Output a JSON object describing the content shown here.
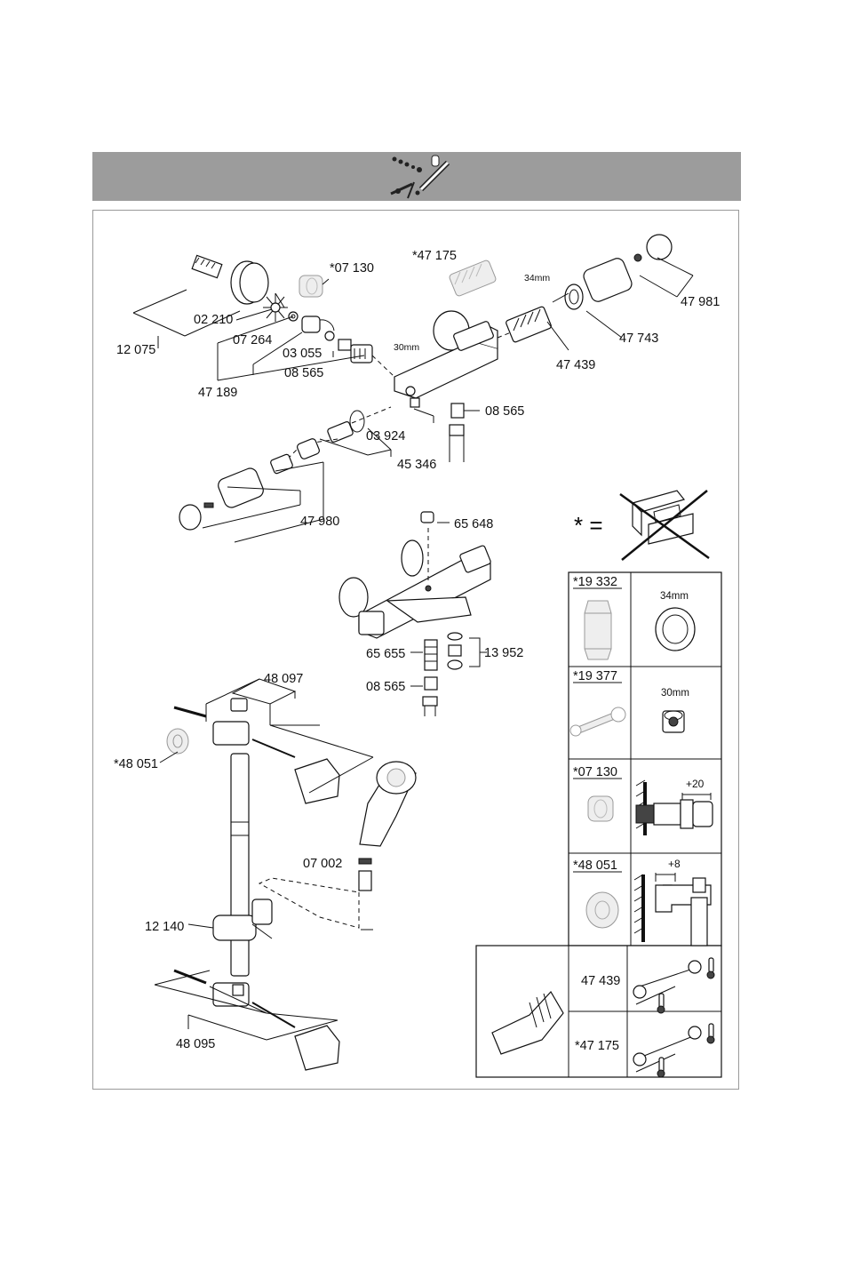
{
  "labels": {
    "p07130_top": "*07 130",
    "p47175_top": "*47 175",
    "p02210": "02 210",
    "p07264": "07 264",
    "p12075": "12 075",
    "p03055": "03 055",
    "p08565_a": "08 565",
    "p47189": "47 189",
    "mm30_top": "30mm",
    "mm34_top": "34mm",
    "p47743": "47 743",
    "p47981": "47 981",
    "p47439_top": "47 439",
    "p08565_b": "08 565",
    "p03924": "03 924",
    "p45346": "45 346",
    "p47980": "47 980",
    "p65648": "65 648",
    "asterisk_eq": "* =",
    "p65655": "65 655",
    "p13952": "13 952",
    "p08565_c": "08 565",
    "p48097": "48 097",
    "p48051_left": "*48 051",
    "p07002": "07 002",
    "p12140": "12 140",
    "p48095": "48 095"
  },
  "table": {
    "r1_code": "*19 332",
    "r1_mm": "34mm",
    "r2_code": "*19 377",
    "r2_mm": "30mm",
    "r3_code": "*07 130",
    "r3_dim": "+20",
    "r4_code": "*48 051",
    "r4_dim": "+8",
    "r5_code_a": "47 439",
    "r5_code_b": "*47 175"
  },
  "icons": {
    "header": "assembly-thumbnail-icon",
    "no_tool": "crossed-out-tool-box-icon",
    "thermometer": "thermometer-icon"
  },
  "colors": {
    "header_bg": "#9c9c9c",
    "frame_border": "#9a9a9a",
    "line": "#111111"
  }
}
